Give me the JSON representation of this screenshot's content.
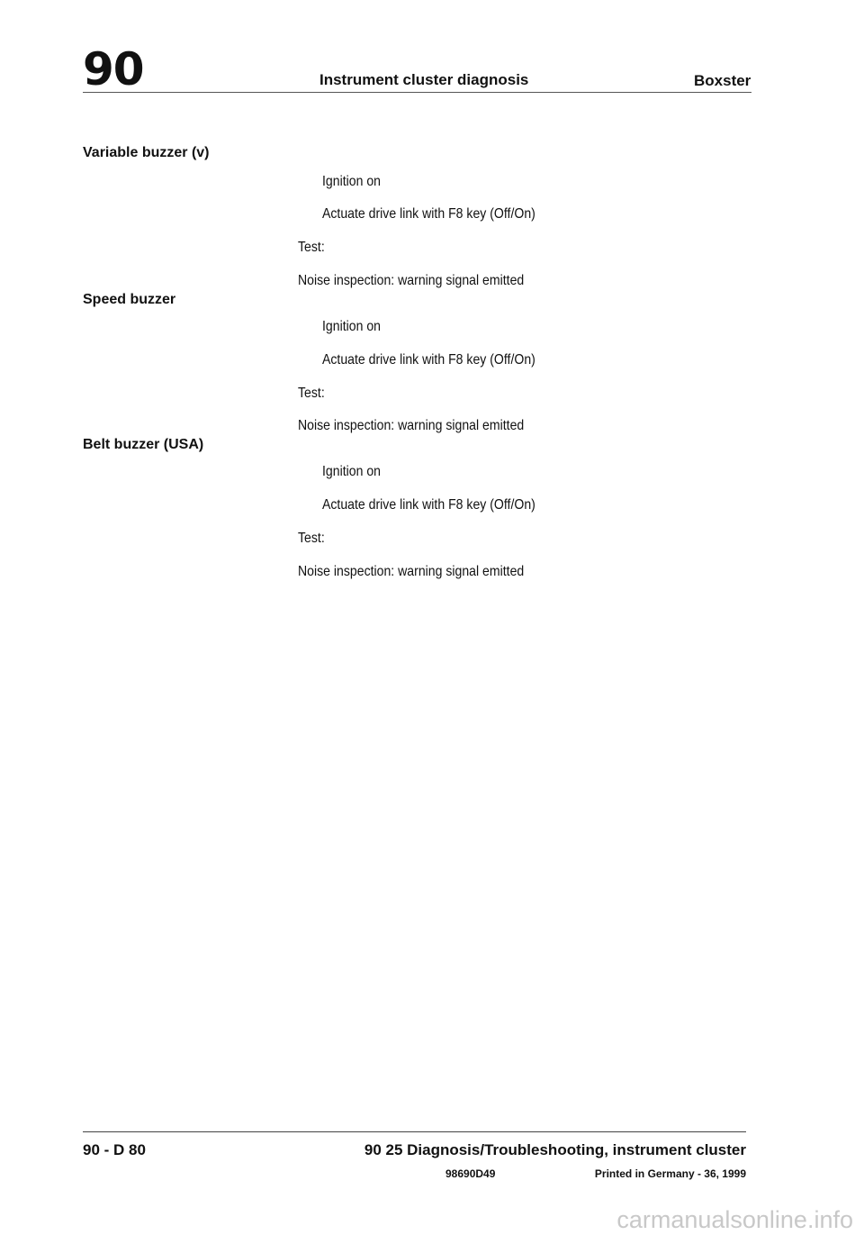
{
  "header": {
    "group_number": "90",
    "title": "Instrument cluster diagnosis",
    "model": "Boxster"
  },
  "sections": [
    {
      "label": "Variable buzzer (v)",
      "steps": [
        "Ignition on",
        "Actuate drive link with F8 key (Off/On)"
      ],
      "test_label": "Test:",
      "result": "Noise inspection: warning signal emitted"
    },
    {
      "label": "Speed buzzer",
      "steps": [
        "Ignition on",
        "Actuate drive link with F8 key (Off/On)"
      ],
      "test_label": "Test:",
      "result": "Noise inspection: warning signal emitted"
    },
    {
      "label": "Belt buzzer (USA)",
      "steps": [
        "Ignition on",
        "Actuate drive link with F8 key (Off/On)"
      ],
      "test_label": "Test:",
      "result": "Noise inspection: warning signal emitted"
    }
  ],
  "footer": {
    "page_number": "90 - D 80",
    "section_title": "90 25 Diagnosis/Troubleshooting, instrument cluster",
    "doc_number": "98690D49",
    "printed": "Printed in Germany - 36, 1999"
  },
  "watermark": "carmanualsonline.info"
}
